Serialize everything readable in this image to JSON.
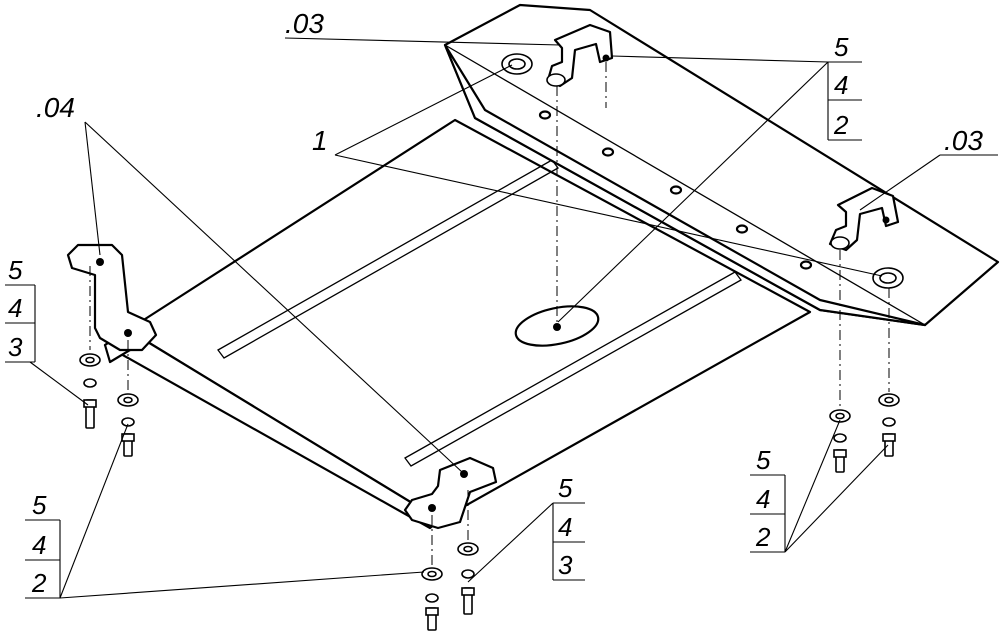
{
  "labels": {
    "bracket_top": ".03",
    "bracket_right": ".03",
    "bracket_left": ".04",
    "plate": "1",
    "stack_top_right": [
      "5",
      "4",
      "2"
    ],
    "stack_left": [
      "5",
      "4",
      "3"
    ],
    "stack_bottom_left": [
      "5",
      "4",
      "2"
    ],
    "stack_bottom_mid": [
      "5",
      "4",
      "3"
    ],
    "stack_bottom_right": [
      "5",
      "4",
      "2"
    ]
  }
}
